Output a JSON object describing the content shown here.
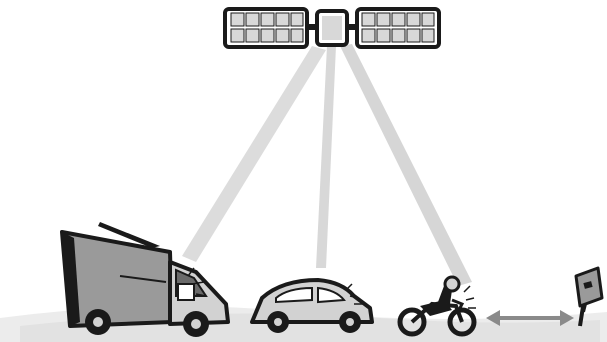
{
  "illustration": {
    "satellite": {
      "icon": "satellite-icon"
    },
    "signal_beams": [
      {
        "target": "truck"
      },
      {
        "target": "car"
      },
      {
        "target": "motorcycle"
      }
    ],
    "vehicles": [
      {
        "icon": "truck-icon"
      },
      {
        "icon": "car-icon"
      },
      {
        "icon": "motorcycle-icon"
      }
    ],
    "roadside_device": {
      "icon": "roadside-transponder-icon"
    },
    "link_arrow": {
      "icon": "double-arrow-icon",
      "direction": "bidirectional"
    },
    "colors": {
      "ink": "#1a1a1a",
      "body_gray": "#9a9a9a",
      "light_gray": "#d2d2d2",
      "beam": "#dcdcdc",
      "panel_cell": "#d8d8d8",
      "ground": "#e4e4e4"
    }
  }
}
